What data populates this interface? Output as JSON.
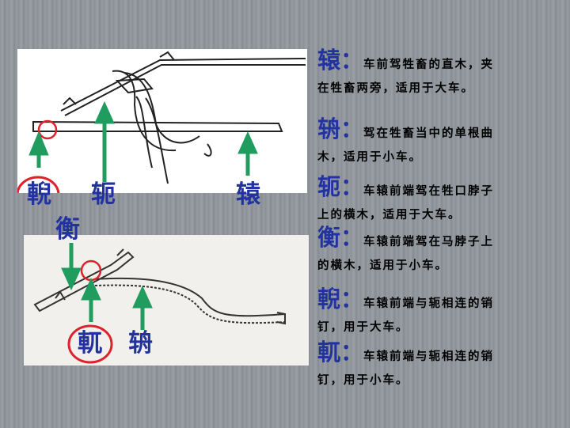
{
  "labels": {
    "ni": "輗",
    "e": "轭",
    "yuan": "辕",
    "heng": "衡",
    "yue": "軏",
    "zhou": "辀"
  },
  "definitions": [
    {
      "term": "辕：",
      "desc_line1": "车前驾牲畜的直木，夹",
      "desc_line2": "在牲畜两旁，适用于大车。"
    },
    {
      "term": "辀：",
      "desc_line1": "驾在牲畜当中的单根曲",
      "desc_line2": "木，适用于小车。"
    },
    {
      "term": "轭：",
      "desc_line1": "车辕前端驾在牲口脖子",
      "desc_line2": "上的横木，适用于大车。"
    },
    {
      "term": "衡：",
      "desc_line1": "车辕前端驾在马脖子上",
      "desc_line2": "的横木，适用于小车。"
    },
    {
      "term": "輗：",
      "desc_line1": "车辕前端与轭相连的销",
      "desc_line2": "钉，用于大车。"
    },
    {
      "term": "軏：",
      "desc_line1": "车辕前端与轭相连的销",
      "desc_line2": "钉，用于小车。"
    }
  ],
  "colors": {
    "arrow": "#1f9c5e",
    "circle": "#e0202a",
    "label": "#2233a0"
  }
}
